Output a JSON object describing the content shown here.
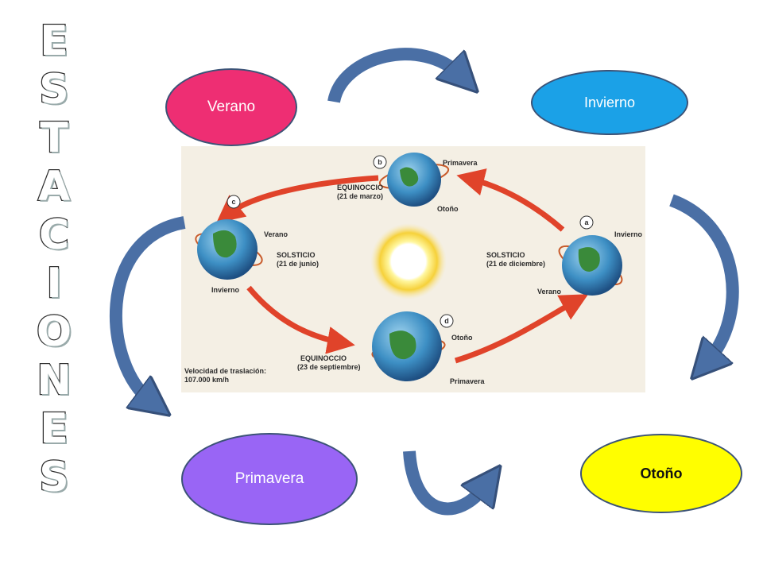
{
  "title_letters": [
    "E",
    "S",
    "T",
    "A",
    "C",
    "I",
    "O",
    "N",
    "E",
    "S"
  ],
  "seasons": {
    "verano": "Verano",
    "invierno": "Invierno",
    "primavera": "Primavera",
    "otono": "Otoño"
  },
  "diagram": {
    "equinoccio_marzo": "EQUINOCCIO",
    "equinoccio_marzo_date": "(21 de marzo)",
    "solsticio_junio": "SOLSTICIO",
    "solsticio_junio_date": "(21 de junio)",
    "solsticio_diciembre": "SOLSTICIO",
    "solsticio_diciembre_date": "(21 de diciembre)",
    "equinoccio_sept": "EQUINOCCIO",
    "equinoccio_sept_date": "(23 de septiembre)",
    "velocidad_label": "Velocidad de traslación:",
    "velocidad_value": "107.000 km/h",
    "marker_a": "a",
    "marker_b": "b",
    "marker_c": "c",
    "marker_d": "d",
    "b_primavera": "Primavera",
    "b_otono": "Otoño",
    "c_verano": "Verano",
    "c_invierno": "Invierno",
    "a_invierno": "Invierno",
    "a_verano": "Verano",
    "d_otono": "Otoño",
    "d_primavera": "Primavera"
  },
  "colors": {
    "verano": "#ee2e73",
    "invierno": "#1ba1e7",
    "primavera": "#9965f5",
    "otono": "#fffe00",
    "arrow": "#4a6fa5",
    "orbit_arrow": "#e0432a"
  }
}
